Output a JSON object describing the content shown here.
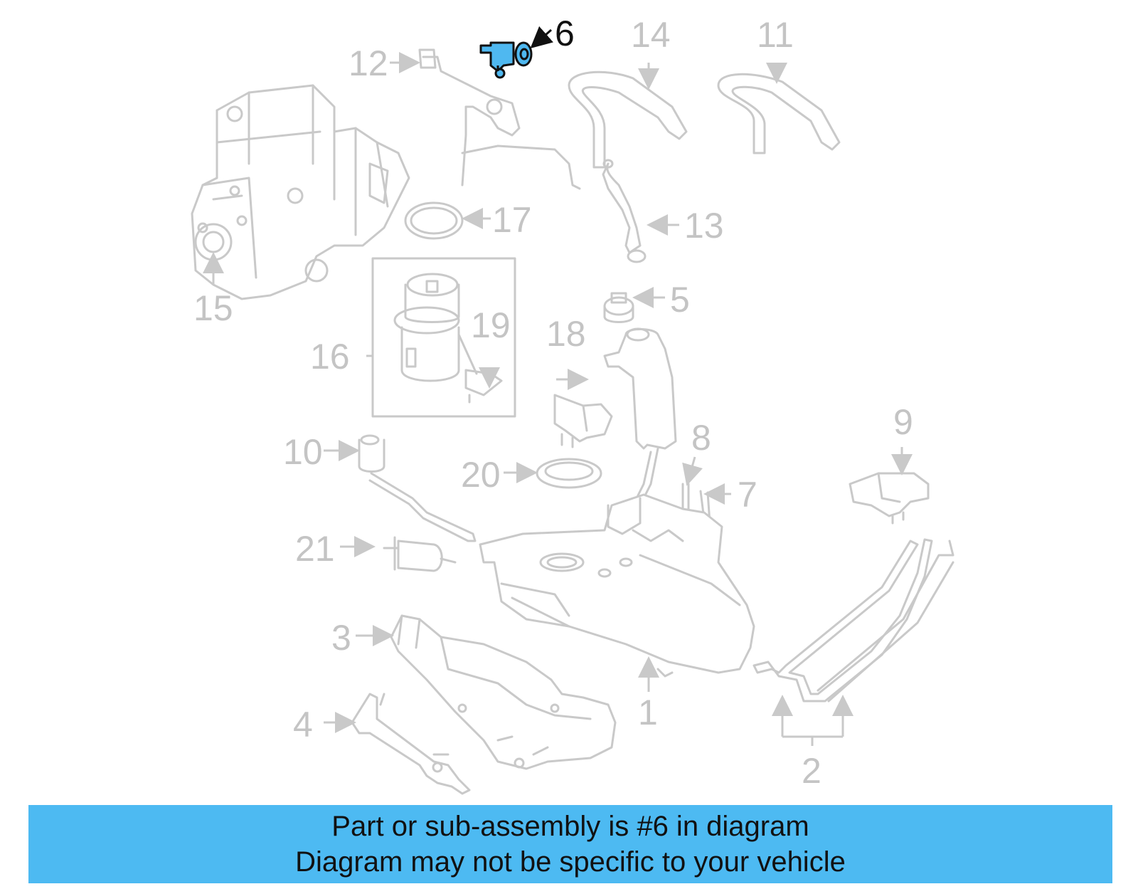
{
  "diagram": {
    "highlight_color": "#4fb8f0",
    "labels": {
      "l1": "1",
      "l2": "2",
      "l3": "3",
      "l4": "4",
      "l5": "5",
      "l6": "6",
      "l7": "7",
      "l8": "8",
      "l9": "9",
      "l10": "10",
      "l11": "11",
      "l12": "12",
      "l13": "13",
      "l14": "14",
      "l15": "15",
      "l16": "16",
      "l17": "17",
      "l18": "18",
      "l19": "19",
      "l20": "20",
      "l21": "21"
    }
  },
  "caption": {
    "background": "#4dbaf2",
    "line1": "Part or sub-assembly is #6 in diagram",
    "line2": "Diagram may not be specific to your vehicle"
  }
}
